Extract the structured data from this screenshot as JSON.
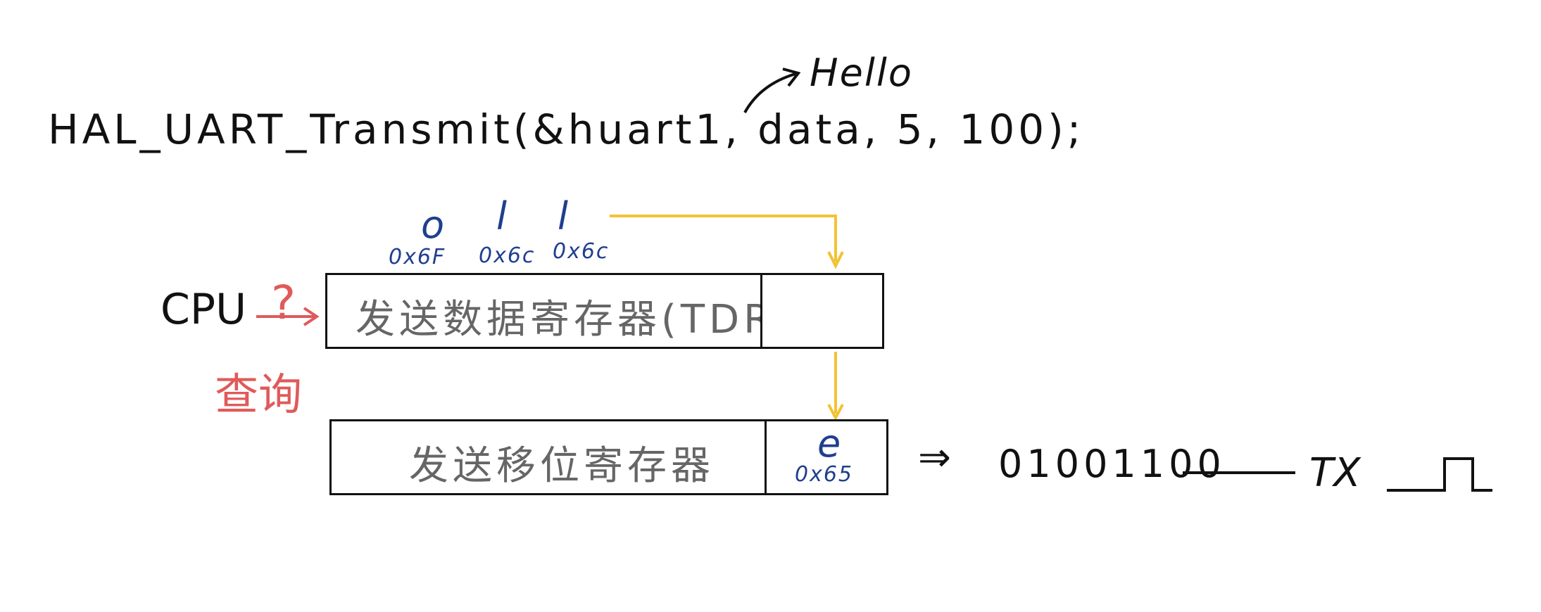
{
  "code_line": "HAL_UART_Transmit(&huart1, data, 5, 100);",
  "hello_label": "Hello",
  "cpu_label": "CPU",
  "question_mark": "?",
  "query_label": "查询",
  "tdr": {
    "label": "发送数据寄存器(TDR)",
    "queue": [
      {
        "char": "o",
        "hex": "0x6F"
      },
      {
        "char": "l",
        "hex": "0x6c"
      },
      {
        "char": "l",
        "hex": "0x6c"
      }
    ]
  },
  "shift_register": {
    "label": "发送移位寄存器",
    "slot": {
      "char": "e",
      "hex": "0x65"
    }
  },
  "arrow_symbol": "⇒",
  "bit_stream": "01001100",
  "tx_label": "TX",
  "colors": {
    "arrow_yellow": "#f2c232",
    "annotation_red": "#e05a5a",
    "ink_blue": "#1f3f8f",
    "box_text_gray": "#666666"
  }
}
